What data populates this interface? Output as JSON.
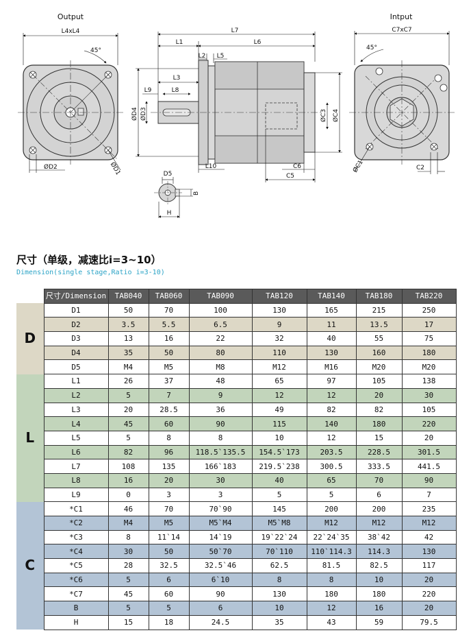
{
  "drawing": {
    "output_title": "Output",
    "input_title": "Intput",
    "labels": {
      "L4xL4": "L4xL4",
      "angle_left": "45°",
      "D2": "ØD2",
      "D1": "ØD1",
      "L7": "L7",
      "L1": "L1",
      "L6": "L6",
      "L2": "L2",
      "L5": "L5",
      "L3": "L3",
      "L9": "L9",
      "L8": "L8",
      "D4": "ØD4",
      "D3": "ØD3",
      "C3": "ØC3",
      "C4": "ØC4",
      "L10": "L10",
      "C6": "C6",
      "C5": "C5",
      "D5": "D5",
      "B": "B",
      "H": "H",
      "C7xC7": "C7xC7",
      "angle_right": "45°",
      "C1": "ØC1",
      "C2": "C2"
    }
  },
  "heading": "尺寸（单级，减速比i=3~10）",
  "subheading": "Dimension(single stage,Ratio i=3-10)",
  "table": {
    "header_label": "尺寸/Dimension",
    "models": [
      "TAB040",
      "TAB060",
      "TAB090",
      "TAB120",
      "TAB140",
      "TAB180",
      "TAB220"
    ],
    "header_color": "#5a5a5a",
    "groups": [
      {
        "name": "D",
        "color": "#ddd8c6",
        "rows": [
          {
            "label": "D1",
            "values": [
              "50",
              "70",
              "100",
              "130",
              "165",
              "215",
              "250"
            ]
          },
          {
            "label": "D2",
            "values": [
              "3.5",
              "5.5",
              "6.5",
              "9",
              "11",
              "13.5",
              "17"
            ]
          },
          {
            "label": "D3",
            "values": [
              "13",
              "16",
              "22",
              "32",
              "40",
              "55",
              "75"
            ]
          },
          {
            "label": "D4",
            "values": [
              "35",
              "50",
              "80",
              "110",
              "130",
              "160",
              "180"
            ]
          },
          {
            "label": "D5",
            "values": [
              "M4",
              "M5",
              "M8",
              "M12",
              "M16",
              "M20",
              "M20"
            ]
          }
        ]
      },
      {
        "name": "L",
        "color": "#c2d5bb",
        "rows": [
          {
            "label": "L1",
            "values": [
              "26",
              "37",
              "48",
              "65",
              "97",
              "105",
              "138"
            ]
          },
          {
            "label": "L2",
            "values": [
              "5",
              "7",
              "9",
              "12",
              "12",
              "20",
              "30"
            ]
          },
          {
            "label": "L3",
            "values": [
              "20",
              "28.5",
              "36",
              "49",
              "82",
              "82",
              "105"
            ]
          },
          {
            "label": "L4",
            "values": [
              "45",
              "60",
              "90",
              "115",
              "140",
              "180",
              "220"
            ]
          },
          {
            "label": "L5",
            "values": [
              "5",
              "8",
              "8",
              "10",
              "12",
              "15",
              "20"
            ]
          },
          {
            "label": "L6",
            "values": [
              "82",
              "96",
              "118.5`135.5",
              "154.5`173",
              "203.5",
              "228.5",
              "301.5"
            ]
          },
          {
            "label": "L7",
            "values": [
              "108",
              "135",
              "166`183",
              "219.5`238",
              "300.5",
              "333.5",
              "441.5"
            ]
          },
          {
            "label": "L8",
            "values": [
              "16",
              "20",
              "30",
              "40",
              "65",
              "70",
              "90"
            ]
          },
          {
            "label": "L9",
            "values": [
              "0",
              "3",
              "3",
              "5",
              "5",
              "6",
              "7"
            ]
          }
        ]
      },
      {
        "name": "C",
        "color": "#b3c4d6",
        "rows": [
          {
            "label": "*C1",
            "values": [
              "46",
              "70",
              "70`90",
              "145",
              "200",
              "200",
              "235"
            ]
          },
          {
            "label": "*C2",
            "values": [
              "M4",
              "M5",
              "M5`M4",
              "M5`M8",
              "M12",
              "M12",
              "M12"
            ]
          },
          {
            "label": "*C3",
            "values": [
              "8",
              "11`14",
              "14`19",
              "19`22`24",
              "22`24`35",
              "38`42",
              "42"
            ]
          },
          {
            "label": "*C4",
            "values": [
              "30",
              "50",
              "50`70",
              "70`110",
              "110`114.3",
              "114.3",
              "130"
            ]
          },
          {
            "label": "*C5",
            "values": [
              "28",
              "32.5",
              "32.5`46",
              "62.5",
              "81.5",
              "82.5",
              "117"
            ]
          },
          {
            "label": "*C6",
            "values": [
              "5",
              "6",
              "6`10",
              "8",
              "8",
              "10",
              "20"
            ]
          },
          {
            "label": "*C7",
            "values": [
              "45",
              "60",
              "90",
              "130",
              "180",
              "180",
              "220"
            ]
          },
          {
            "label": "B",
            "values": [
              "5",
              "5",
              "6",
              "10",
              "12",
              "16",
              "20"
            ]
          },
          {
            "label": "H",
            "values": [
              "15",
              "18",
              "24.5",
              "35",
              "43",
              "59",
              "79.5"
            ]
          }
        ]
      }
    ]
  }
}
